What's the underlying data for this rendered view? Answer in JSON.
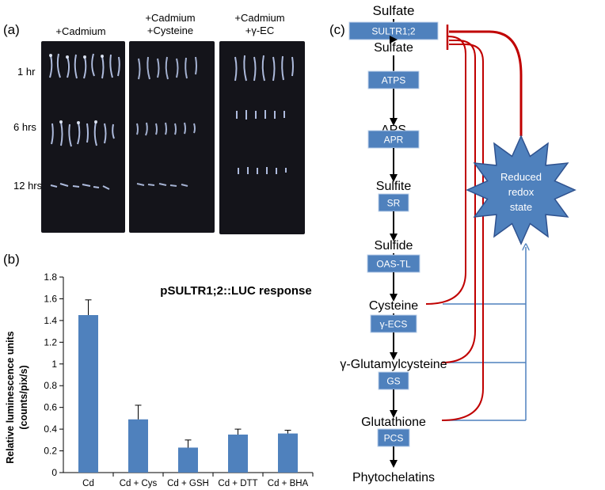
{
  "panel_a": {
    "label": "(a)",
    "columns": [
      {
        "lines": [
          "+Cadmium"
        ]
      },
      {
        "lines": [
          "+Cadmium",
          "+Cysteine"
        ]
      },
      {
        "lines": [
          "+Cadmium",
          "+γ-EC"
        ]
      }
    ],
    "times": [
      "1 hr",
      "6 hrs",
      "12 hrs"
    ]
  },
  "panel_b": {
    "label": "(b)",
    "chart_data": {
      "type": "bar",
      "title": "pSULTR1;2::LUC response",
      "ylabel": "Relative luminescence units (counts/pix/s)",
      "ylabel_lines": [
        "Relative luminescence units",
        "(counts/pix/s)"
      ],
      "xlabel": "",
      "ylim": [
        0,
        1.8
      ],
      "yticks": [
        "0",
        "0.2",
        "0.4",
        "0.6",
        "0.8",
        "1",
        "1.2",
        "1.4",
        "1.6",
        "1.8"
      ],
      "categories": [
        "Cd",
        "Cd + Cys",
        "Cd + GSH",
        "Cd + DTT",
        "Cd + BHA"
      ],
      "values": [
        1.45,
        0.49,
        0.23,
        0.35,
        0.36
      ],
      "errors": [
        0.14,
        0.13,
        0.07,
        0.05,
        0.03
      ],
      "bar_color": "#4f81bd",
      "grid": false
    }
  },
  "panel_c": {
    "label": "(c)",
    "steps": [
      {
        "metabolite": "Sulfate",
        "enzyme": "SULTR1;2"
      },
      {
        "metabolite": "Sulfate",
        "enzyme": "ATPS"
      },
      {
        "metabolite": "APS",
        "enzyme": "APR"
      },
      {
        "metabolite": "Sulfite",
        "enzyme": "SR"
      },
      {
        "metabolite": "Sulfide",
        "enzyme": "OAS-TL"
      },
      {
        "metabolite": "Cysteine",
        "enzyme": "γ-ECS"
      },
      {
        "metabolite": "γ-Glutamylcysteine",
        "enzyme": "GS"
      },
      {
        "metabolite": "Glutathione",
        "enzyme": "PCS"
      }
    ],
    "final_product": "Phytochelatins",
    "star_label_lines": [
      "Reduced",
      "redox",
      "state"
    ],
    "colors": {
      "enzyme_box": "#4f81bd",
      "inhibition": "#c00000",
      "link": "#4f81bd",
      "star": "#4f81bd"
    }
  }
}
